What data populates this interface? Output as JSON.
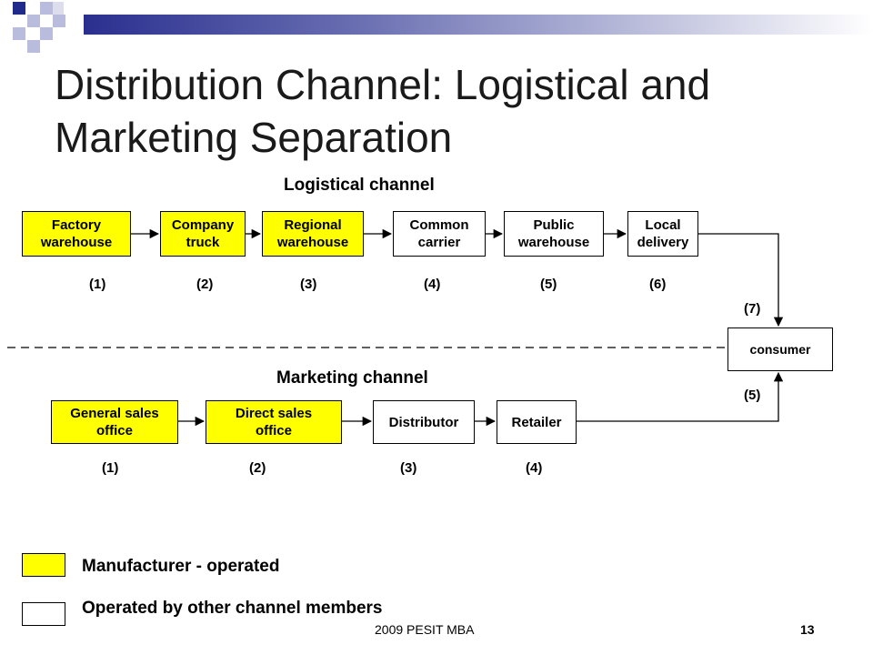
{
  "slide": {
    "title": "Distribution Channel: Logistical and Marketing Separation",
    "footer_text": "2009   PESIT MBA",
    "page_number": "13"
  },
  "colors": {
    "manufacturer_fill": "#ffff00",
    "other_fill": "#ffffff",
    "header_bar": "#2a2f8f"
  },
  "logistical": {
    "heading": "Logistical channel",
    "nodes": [
      {
        "label": "Factory\nwarehouse",
        "num": "(1)",
        "operator": "manufacturer"
      },
      {
        "label": "Company\ntruck",
        "num": "(2)",
        "operator": "manufacturer"
      },
      {
        "label": "Regional\nwarehouse",
        "num": "(3)",
        "operator": "manufacturer"
      },
      {
        "label": "Common\ncarrier",
        "num": "(4)",
        "operator": "other"
      },
      {
        "label": "Public\nwarehouse",
        "num": "(5)",
        "operator": "other"
      },
      {
        "label": "Local\ndelivery",
        "num": "(6)",
        "operator": "other"
      }
    ],
    "end_num": "(7)"
  },
  "consumer": {
    "label": "consumer"
  },
  "marketing": {
    "heading": "Marketing channel",
    "nodes": [
      {
        "label": "General sales\noffice",
        "num": "(1)",
        "operator": "manufacturer"
      },
      {
        "label": "Direct sales\noffice",
        "num": "(2)",
        "operator": "manufacturer"
      },
      {
        "label": "Distributor",
        "num": "(3)",
        "operator": "other"
      },
      {
        "label": "Retailer",
        "num": "(4)",
        "operator": "other"
      }
    ],
    "end_num": "(5)"
  },
  "legend": {
    "manufacturer": "Manufacturer - operated",
    "other": "Operated by other channel members"
  }
}
